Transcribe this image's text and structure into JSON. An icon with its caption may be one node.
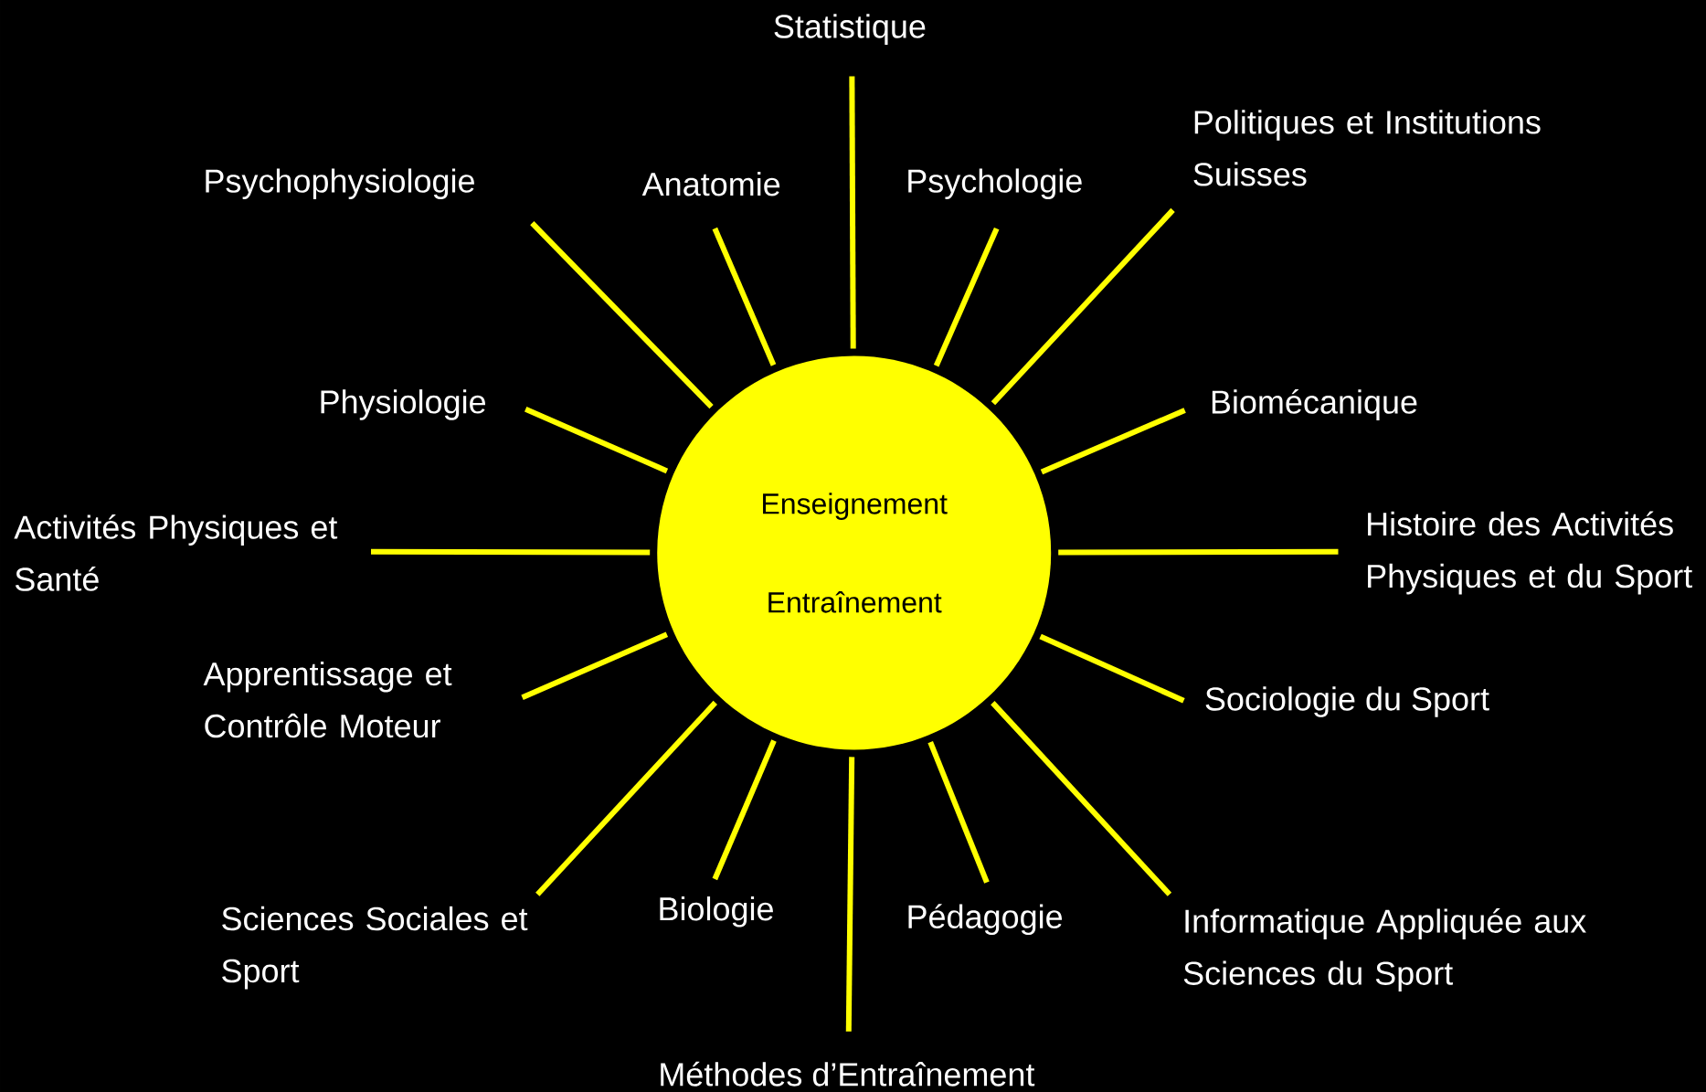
{
  "diagram": {
    "nodes": [
      {
        "text": [
          "Enseignement",
          "Entraînement"
        ]
      },
      {
        "text": [
          "Statistique"
        ]
      },
      {
        "text": [
          "Psychophysiologie"
        ]
      },
      {
        "text": [
          "Anatomie"
        ]
      },
      {
        "text": [
          "Psychologie"
        ]
      },
      {
        "text": [
          "Politiques et Institutions Suisses"
        ]
      },
      {
        "text": [
          "Physiologie"
        ]
      },
      {
        "text": [
          "Biomécanique"
        ]
      },
      {
        "text": [
          "Activités Physiques et Santé"
        ]
      },
      {
        "text": [
          "Histoire des Activités Physiques et du Sport"
        ]
      },
      {
        "text": [
          "Apprentissage et Contrôle Moteur"
        ]
      },
      {
        "text": [
          "Sociologie du Sport"
        ]
      },
      {
        "text": [
          "Sciences Sociales et Sport"
        ]
      },
      {
        "text": [
          "Biologie"
        ]
      },
      {
        "text": [
          "Pédagogie"
        ]
      },
      {
        "text": [
          "Informatique Appliquée aux Sciences du Sport"
        ]
      },
      {
        "text": [
          "Méthodes d’Entraînement"
        ]
      }
    ],
    "edges": [
      {
        "from": 0,
        "to": 1,
        "arrow": "none"
      },
      {
        "from": 0,
        "to": 2,
        "arrow": "none"
      },
      {
        "from": 0,
        "to": 3,
        "arrow": "none"
      },
      {
        "from": 0,
        "to": 4,
        "arrow": "none"
      },
      {
        "from": 0,
        "to": 5,
        "arrow": "none"
      },
      {
        "from": 0,
        "to": 6,
        "arrow": "none"
      },
      {
        "from": 0,
        "to": 7,
        "arrow": "none"
      },
      {
        "from": 0,
        "to": 8,
        "arrow": "none"
      },
      {
        "from": 0,
        "to": 9,
        "arrow": "none"
      },
      {
        "from": 0,
        "to": 10,
        "arrow": "none"
      },
      {
        "from": 0,
        "to": 11,
        "arrow": "none"
      },
      {
        "from": 0,
        "to": 12,
        "arrow": "none"
      },
      {
        "from": 0,
        "to": 13,
        "arrow": "none"
      },
      {
        "from": 0,
        "to": 14,
        "arrow": "none"
      },
      {
        "from": 0,
        "to": 15,
        "arrow": "none"
      },
      {
        "from": 0,
        "to": 16,
        "arrow": "none"
      }
    ]
  }
}
